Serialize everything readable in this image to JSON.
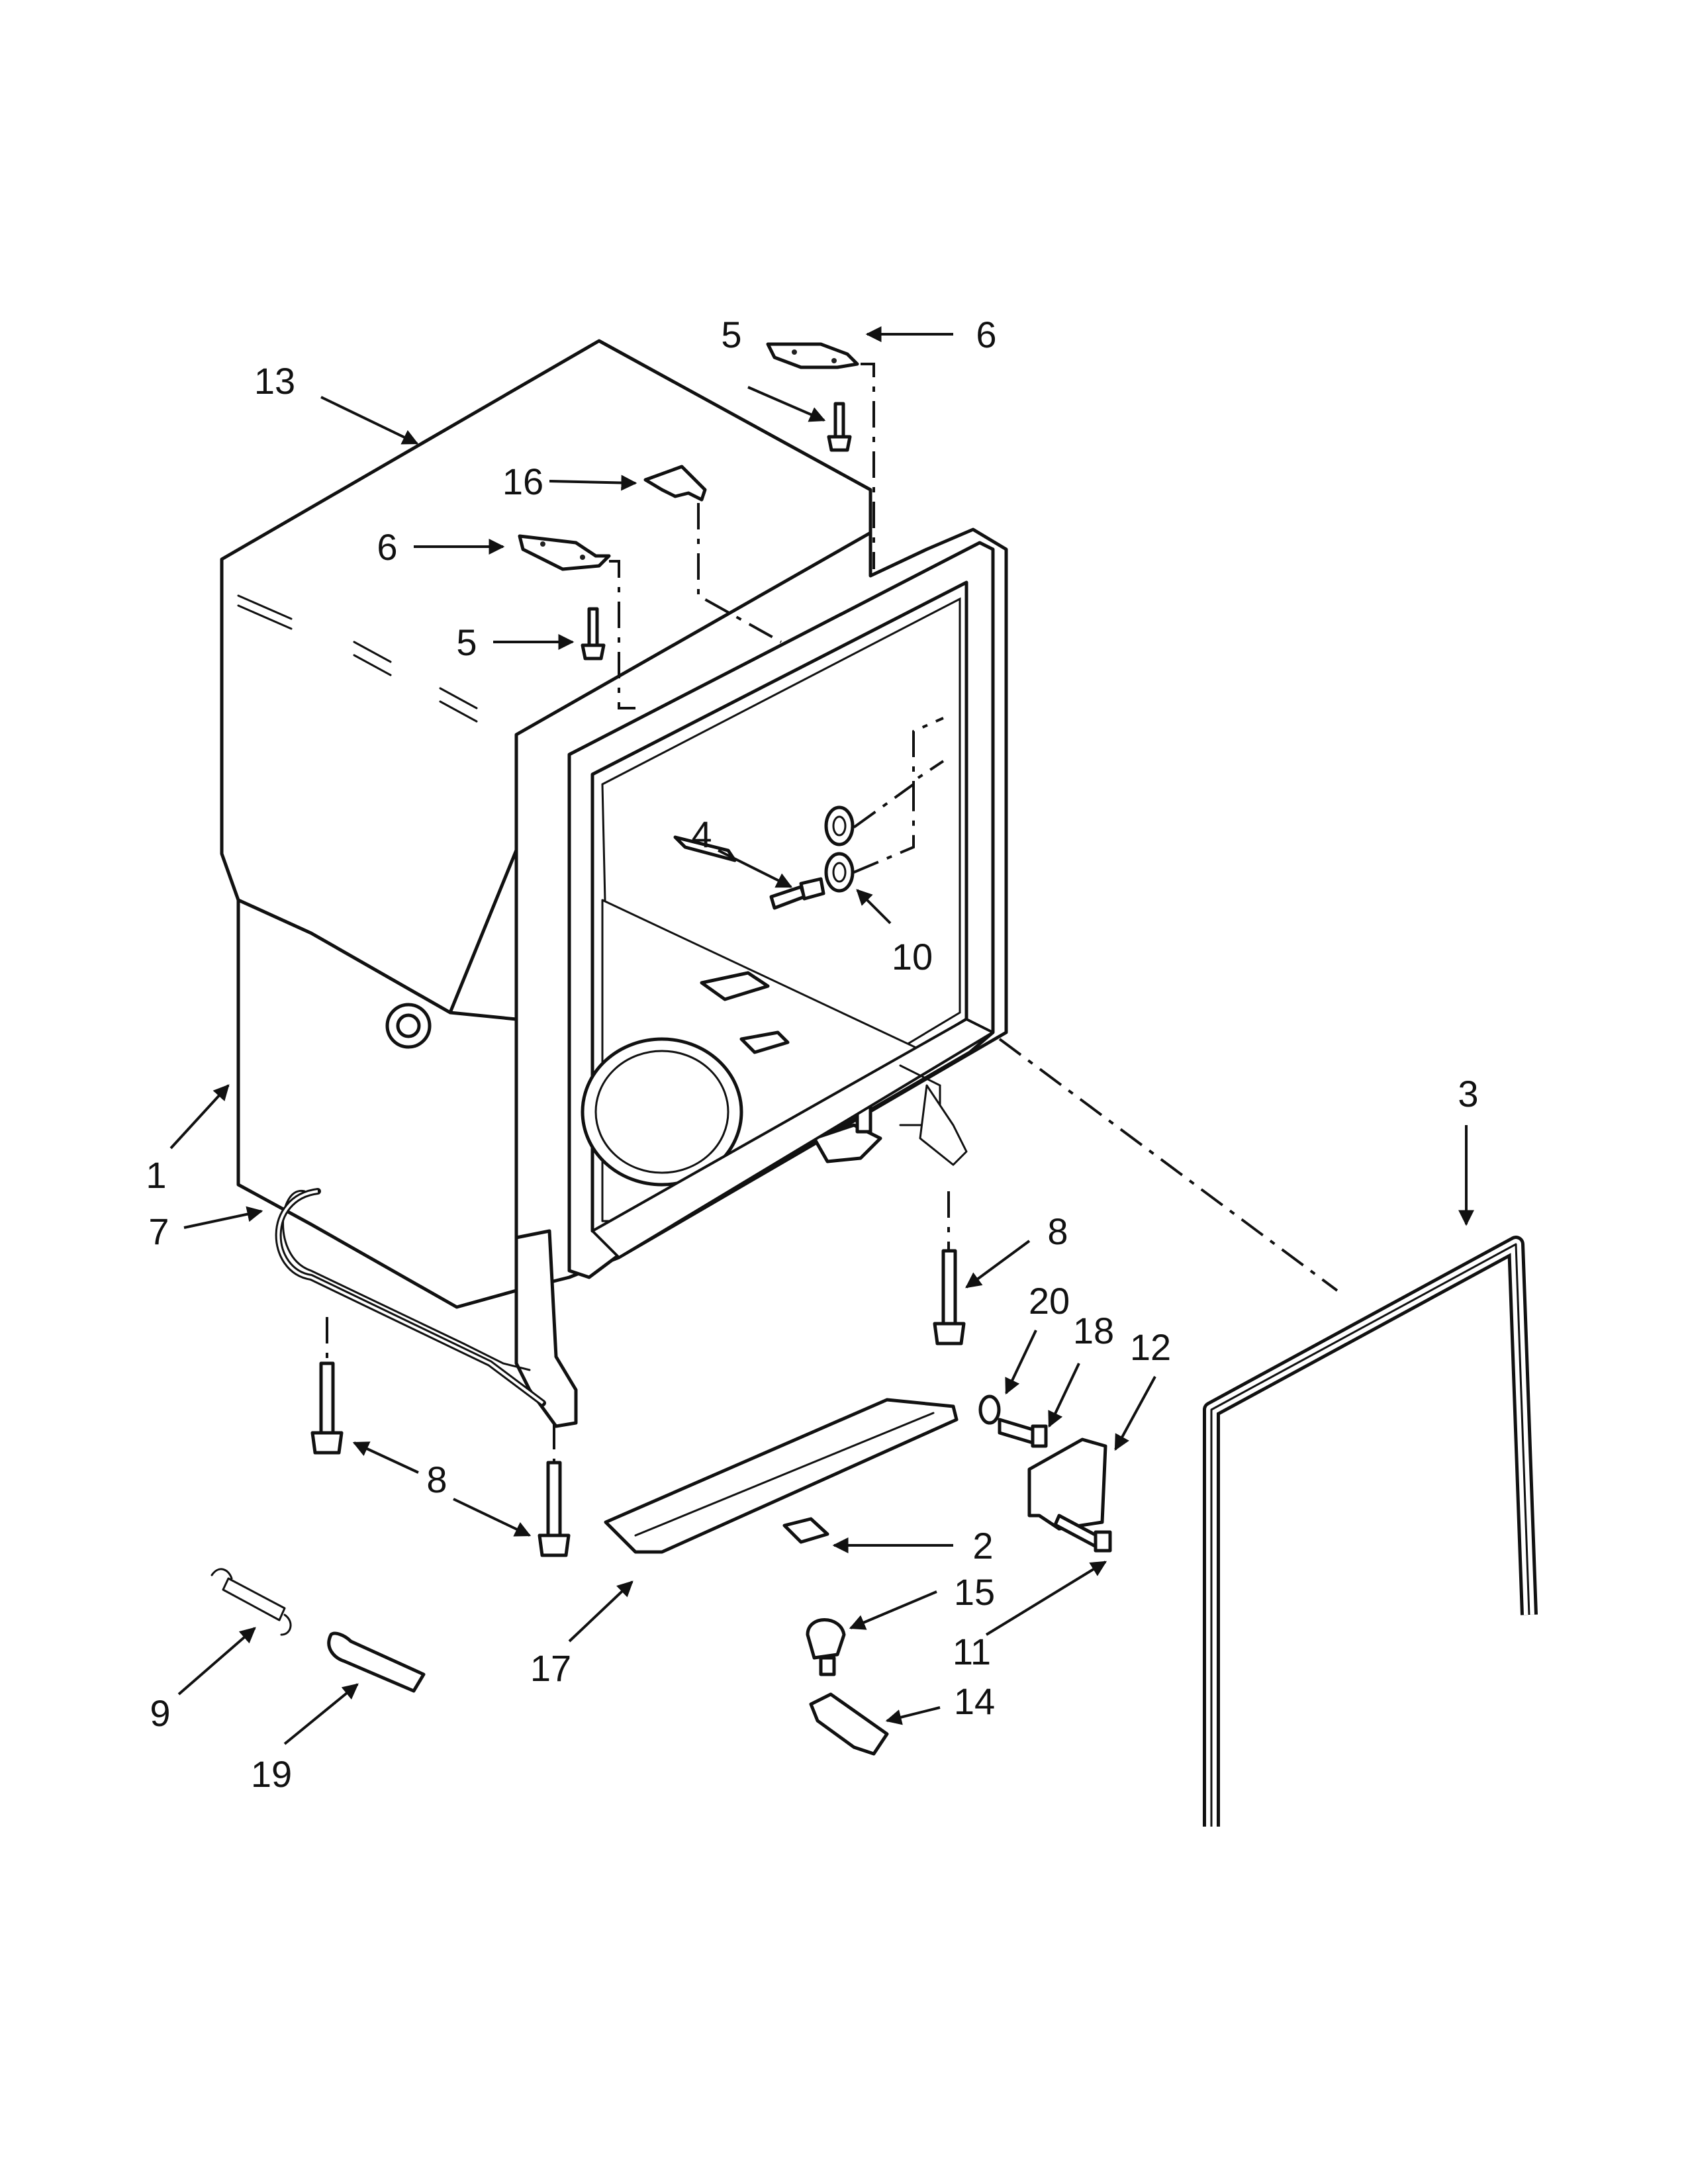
{
  "diagram": {
    "callouts": [
      {
        "id": "13",
        "label": "13"
      },
      {
        "id": "16",
        "label": "16"
      },
      {
        "id": "6a",
        "label": "6"
      },
      {
        "id": "5a",
        "label": "5"
      },
      {
        "id": "5b",
        "label": "5"
      },
      {
        "id": "6b",
        "label": "6"
      },
      {
        "id": "4",
        "label": "4"
      },
      {
        "id": "10",
        "label": "10"
      },
      {
        "id": "1",
        "label": "1"
      },
      {
        "id": "7",
        "label": "7"
      },
      {
        "id": "3",
        "label": "3"
      },
      {
        "id": "8a",
        "label": "8"
      },
      {
        "id": "8b",
        "label": "8"
      },
      {
        "id": "20",
        "label": "20"
      },
      {
        "id": "18",
        "label": "18"
      },
      {
        "id": "12",
        "label": "12"
      },
      {
        "id": "2",
        "label": "2"
      },
      {
        "id": "17",
        "label": "17"
      },
      {
        "id": "15",
        "label": "15"
      },
      {
        "id": "11",
        "label": "11"
      },
      {
        "id": "14",
        "label": "14"
      },
      {
        "id": "9",
        "label": "9"
      },
      {
        "id": "19",
        "label": "19"
      }
    ]
  }
}
